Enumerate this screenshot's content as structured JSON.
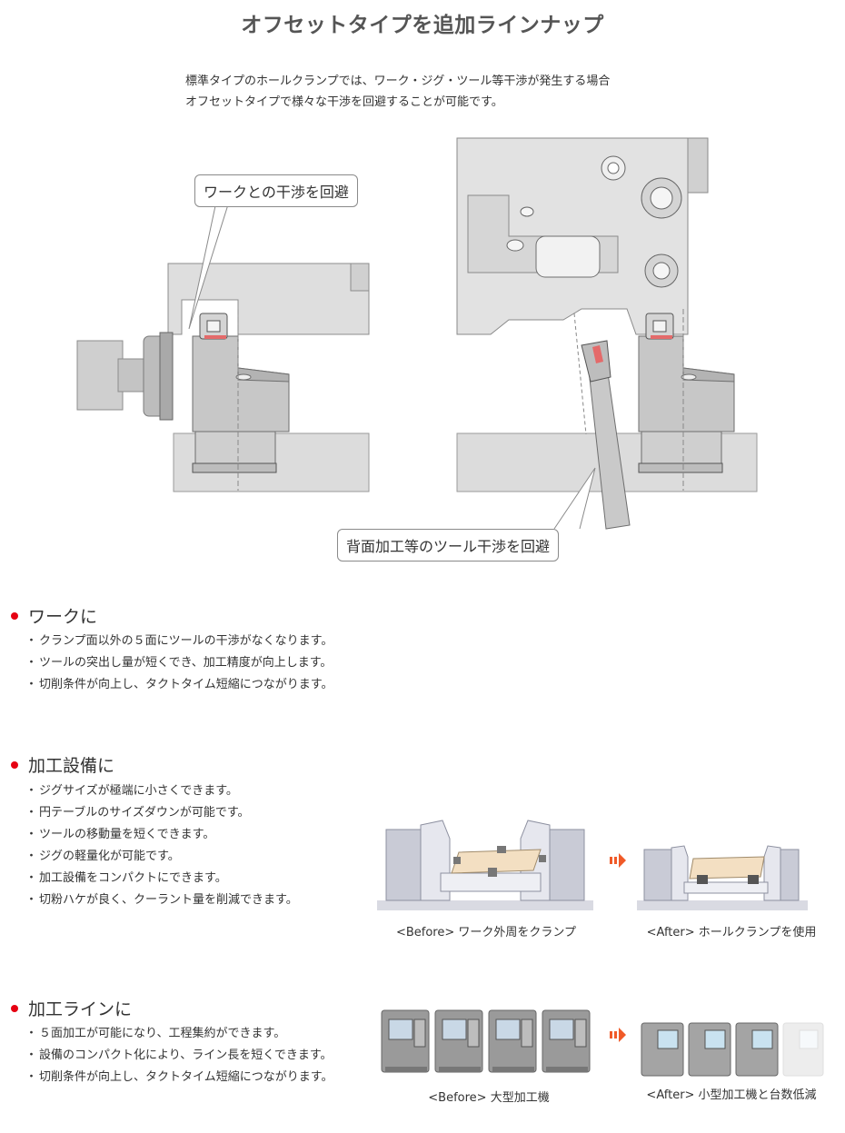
{
  "header": {
    "title": "オフセットタイプを追加ラインナップ",
    "intro_line1": "標準タイプのホールクランプでは、ワーク・ジグ・ツール等干渉が発生する場合",
    "intro_line2": "オフセットタイプで様々な干渉を回避することが可能です。"
  },
  "diagram": {
    "callout_left": "ワークとの干渉を回避",
    "callout_right": "背面加工等のツール干渉を回避"
  },
  "sections": [
    {
      "heading": "ワークに",
      "bullets": [
        "クランプ面以外の５面にツールの干渉がなくなります。",
        "ツールの突出し量が短くでき、加工精度が向上します。",
        "切削条件が向上し、タクトタイム短縮につながります。"
      ]
    },
    {
      "heading": "加工設備に",
      "bullets": [
        "ジグサイズが極端に小さくできます。",
        "円テーブルのサイズダウンが可能です。",
        "ツールの移動量を短くできます。",
        "ジグの軽量化が可能です。",
        "加工設備をコンパクトにできます。",
        "切粉ハケが良く、クーラント量を削減できます。"
      ],
      "caption_before": "<Before> ワーク外周をクランプ",
      "caption_after": "<After> ホールクランプを使用"
    },
    {
      "heading": "加工ラインに",
      "bullets": [
        "５面加工が可能になり、工程集約ができます。",
        "設備のコンパクト化により、ライン長を短くできます。",
        "切削条件が向上し、タクトタイム短縮につながります。"
      ],
      "caption_before": "<Before> 大型加工機",
      "caption_after": "<After> 小型加工機と台数低減"
    }
  ],
  "colors": {
    "accent_red": "#e60012",
    "arrow_orange": "#f05a28",
    "machine_gray": "#c9cbd6",
    "workpiece_tan": "#f3dfc2"
  }
}
